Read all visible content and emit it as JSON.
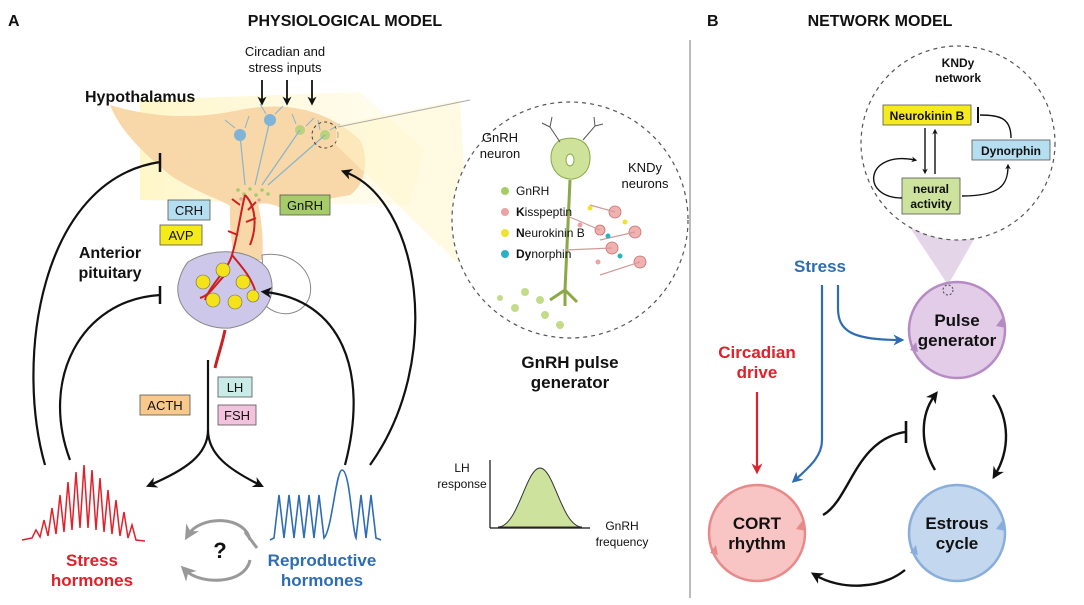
{
  "panel_a": {
    "letter": "A",
    "title": "PHYSIOLOGICAL MODEL",
    "inputs_line1": "Circadian and",
    "inputs_line2": "stress inputs",
    "hypothalamus": "Hypothalamus",
    "crh": "CRH",
    "avp": "AVP",
    "gnrh_box": "GnRH",
    "ap_line1": "Anterior",
    "ap_line2": "pituitary",
    "acth": "ACTH",
    "lh": "LH",
    "fsh": "FSH",
    "stress_line1": "Stress",
    "stress_line2": "hormones",
    "question": "?",
    "repro_line1": "Reproductive",
    "repro_line2": "hormones",
    "inset": {
      "gnrh_neuron_line1": "GnRH",
      "gnrh_neuron_line2": "neuron",
      "kndy_line1": "KNDy",
      "kndy_line2": "neurons",
      "legend": [
        {
          "bold": "",
          "rest": "GnRH",
          "color": "#a6cc6a"
        },
        {
          "bold": "K",
          "rest": "isspeptin",
          "color": "#eba3a3"
        },
        {
          "bold": "N",
          "rest": "eurokinin B",
          "color": "#f2e22b"
        },
        {
          "bold": "Dy",
          "rest": "norphin",
          "color": "#29b2c4"
        }
      ]
    },
    "pg_line1": "GnRH pulse",
    "pg_line2": "generator",
    "curve": {
      "ylabel_line1": "LH",
      "ylabel_line2": "response",
      "xlabel_line1": "GnRH",
      "xlabel_line2": "frequency"
    }
  },
  "panel_b": {
    "letter": "B",
    "title": "NETWORK MODEL",
    "kndy_line1": "KNDy",
    "kndy_line2": "network",
    "neurokinin": "Neurokinin B",
    "dynorphin": "Dynorphin",
    "neural_line1": "neural",
    "neural_line2": "activity",
    "stress": "Stress",
    "circ_line1": "Circadian",
    "circ_line2": "drive",
    "pulse_line1": "Pulse",
    "pulse_line2": "generator",
    "cort_line1": "CORT",
    "cort_line2": "rhythm",
    "estrous_line1": "Estrous",
    "estrous_line2": "cycle"
  },
  "colors": {
    "red": "#e0202a",
    "blue": "#2f6db3",
    "green_box": "#a6cc6a",
    "crh_box": "#b5def0",
    "avp_box": "#f5ea1a",
    "acth_box": "#f8c98a",
    "lh_box": "#c9ece8",
    "fsh_box": "#f3c2dc",
    "pulse_node": "#e2cce7",
    "cort_node": "#f8c4c4",
    "estrous_node": "#c3d7ee"
  }
}
